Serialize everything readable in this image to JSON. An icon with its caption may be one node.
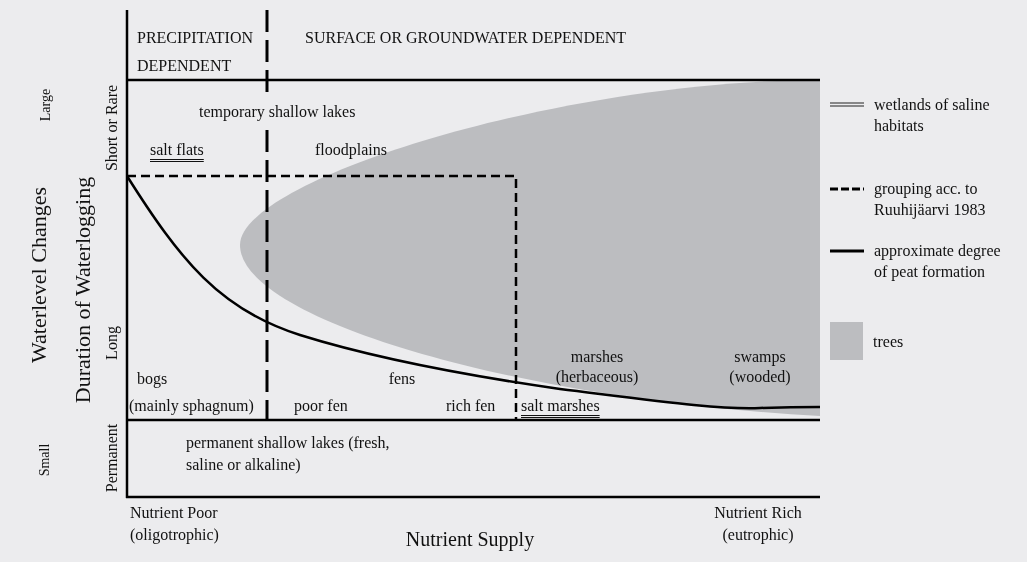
{
  "diagram": {
    "labels": [
      "PRECIPITATION DEPENDENT",
      "SURFACE OR GROUNDWATER DEPENDENT",
      "Large",
      "Waterlevel Changes",
      "Small",
      "Short or Rare",
      "Duration of Waterlogging",
      "Long",
      "Permanent",
      "temporary shallow lakes",
      "salt flats",
      "floodplains",
      "bogs",
      "(mainly sphagnum)",
      "poor fen",
      "fens",
      "rich fen",
      "marshes (herbaceous)",
      "salt marshes",
      "swamps (wooded)",
      "permanent shallow lakes (fresh, saline or alkaline)",
      "Nutrient Poor (oligotrophic)",
      "Nutrient Rich (eutrophic)",
      "Nutrient Supply"
    ],
    "legend": [
      {
        "text": "wetlands of saline habitats"
      },
      {
        "text": "grouping acc. to Ruuhijäarvi 1983"
      },
      {
        "text": "approximate degree of peat formation"
      },
      {
        "text": "trees",
        "color": "#bcbdc0"
      }
    ]
  }
}
